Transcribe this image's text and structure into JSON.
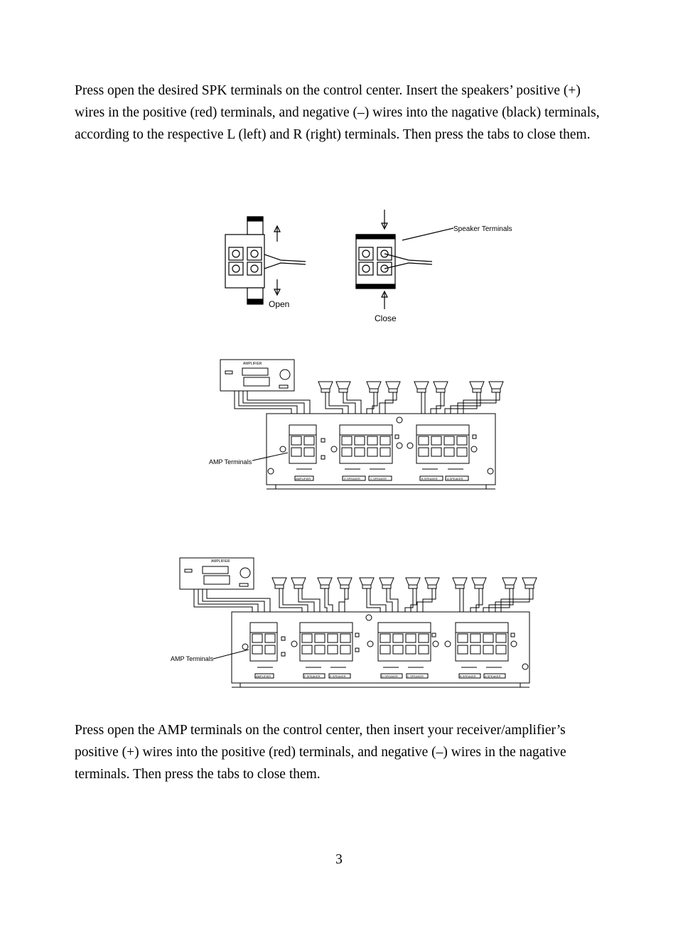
{
  "paragraphs": {
    "p1": "Press open the desired SPK terminals on the control center. Insert the speakers’ positive (+) wires in the positive (red) terminals, and negative (–) wires into the nagative (black) terminals, according to the respective L (left) and R (right) terminals. Then press the tabs to close them.",
    "p2": "Press open the AMP terminals on the control center, then insert your receiver/amplifier’s positive (+) wires into the positive (red) terminals, and negative (–) wires in the nagative terminals. Then press the tabs to close them."
  },
  "figure1": {
    "open_label": "Open",
    "close_label": "Close",
    "speaker_terminals_label": "Speaker Terminals"
  },
  "figure2": {
    "amplifier_label": "AMPLIFIER",
    "amp_terminals_label": "AMP Terminals",
    "section_labels": [
      "AMPLIFIER",
      "D SPEAKER",
      "C SPEAKER",
      "B SPEAKER",
      "A SPEAKER"
    ]
  },
  "figure3": {
    "amplifier_label": "AMPLIFIER",
    "amp_terminals_label": "AMP Terminals",
    "section_labels": [
      "AMPLIFIER",
      "F SPEAKER",
      "E SPEAKER",
      "D SPEAKER",
      "C SPEAKER",
      "B SPEAKER",
      "A SPEAKER"
    ]
  },
  "page_number": "3"
}
